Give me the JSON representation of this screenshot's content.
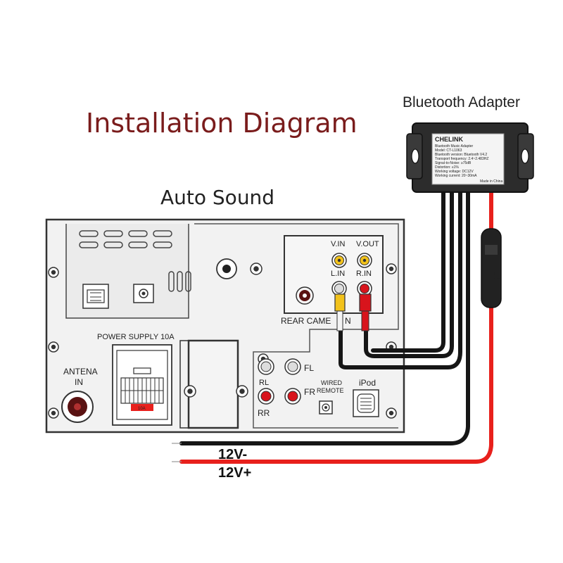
{
  "diagram": {
    "title": "Installation Diagram",
    "subtitle": "Auto Sound",
    "adapter_label": "Bluetooth Adapter",
    "adapter_sticker": {
      "brand": "CHELINK",
      "lines": [
        "Bluetooth Music Adapter",
        "Model: CT-L1063",
        "Bluetooth version: Bluetooth V4.2",
        "Transport frequency: 2.4~2.483HZ",
        "Signal-to-Noise: ≥75dB",
        "Distortion: ≤1%",
        "Working voltage: DC12V",
        "Working current: 20~30mA"
      ],
      "footer": "Made in China"
    },
    "fuse_label": "FUSE",
    "ports": {
      "v_in": "V.IN",
      "v_out": "V.OUT",
      "l_in": "L.IN",
      "r_in": "R.IN",
      "rear_camera": "REAR CAME",
      "rear_camera_tail": "N",
      "power_supply": "POWER SUPPLY 10A",
      "antenna_line1": "ANTENA",
      "antenna_line2": "IN",
      "fl": "FL",
      "rl": "RL",
      "fr": "FR",
      "rr": "RR",
      "wired_remote_line1": "WIRED",
      "wired_remote_line2": "REMOTE",
      "ipod": "iPod",
      "connector_tag": "10A"
    },
    "wires": {
      "negative": "12V-",
      "positive": "12V+"
    },
    "colors": {
      "title": "#7a1c1c",
      "wire_red": "#e8201c",
      "wire_black": "#161616",
      "rca_yellow": "#f2c21b",
      "rca_red": "#d8141c",
      "panel_fill": "#f2f2f2",
      "adapter_body": "#2c2c2c"
    }
  }
}
